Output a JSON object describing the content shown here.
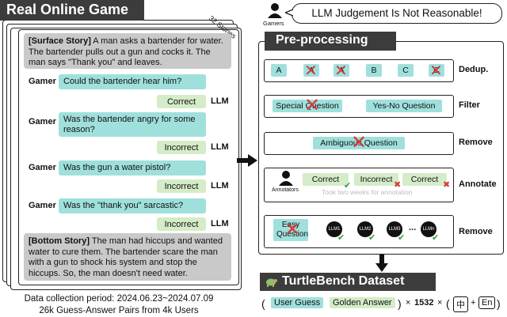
{
  "left": {
    "title": "Real Online Game",
    "stories_label": "32 Stories",
    "surface_story": {
      "label": "[Surface Story]",
      "text": " A man asks a bartender for water. The bartender pulls out a gun and cocks it. The man says \"Thank you\" and leaves."
    },
    "dialogue": [
      {
        "speaker": "Gamer",
        "question": "Could the bartender hear him?",
        "answer": "Correct",
        "judge": "LLM"
      },
      {
        "speaker": "Gamer",
        "question": "Was the bartender angry for some reason?",
        "answer": "Incorrect",
        "judge": "LLM"
      },
      {
        "speaker": "Gamer",
        "question": "Was the gun a water pistol?",
        "answer": "Incorrect",
        "judge": "LLM"
      },
      {
        "speaker": "Gamer",
        "question": "Was the \"thank you\" sarcastic?",
        "answer": "Incorrect",
        "judge": "LLM"
      }
    ],
    "bottom_story": {
      "label": "[Bottom Story]",
      "text": " The man had hiccups and wanted water to cure them. The bartender scare the man with a gun to shock his system and stop the hiccups. So, the man doesn't need water."
    },
    "footer_line1": "Data collection period: 2024.06.23~2024.07.09",
    "footer_line2": "26k Guess-Answer Pairs from 4k Users"
  },
  "right": {
    "gamers_label": "Gamers",
    "complaint": "LLM Judgement Is Not Reasonable!",
    "preprocessing_title": "Pre-processing",
    "steps": [
      {
        "label": "Dedup.",
        "chips": [
          "A",
          "A",
          "A",
          "B",
          "C",
          "C"
        ]
      },
      {
        "label": "Filter",
        "chips": [
          "Special Question",
          "Yes-No Question"
        ]
      },
      {
        "label": "Remove",
        "chips": [
          "Ambiguous Question"
        ]
      },
      {
        "label": "Annotate",
        "annotators": "Annotators",
        "chips": [
          "Correct",
          "Incorrect",
          "Correct"
        ],
        "note": "Took two weeks for annotation"
      },
      {
        "label": "Remove",
        "chips": [
          "Easy Question"
        ],
        "models": [
          "LLM1",
          "LLM2",
          "LLM3",
          "LLMn"
        ],
        "ellipsis": "..."
      }
    ],
    "dataset_title": "TurtleBench Dataset",
    "formula": {
      "open": "(",
      "user_guess": "User Guess",
      "golden_answer": "Golden Answer",
      "close": ")",
      "times1": "×",
      "count": "1532",
      "times2": "×",
      "lang_open": "(",
      "zh": "中",
      "plus": "+",
      "en": "En",
      "lang_close": ")"
    }
  },
  "colors": {
    "teal": "#9fe0dc",
    "green": "#d4ecc7",
    "gray": "#c9c9c9",
    "dark": "#3c3c3c",
    "cross": "#d23b3b",
    "check": "#2e9e3a"
  }
}
